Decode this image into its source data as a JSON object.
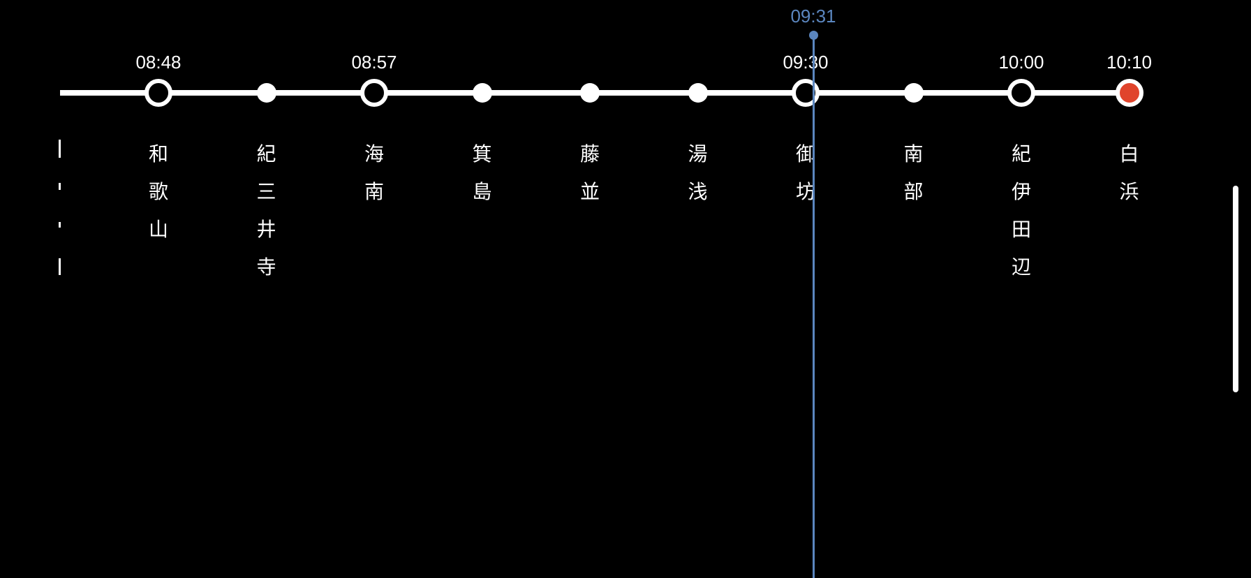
{
  "route": {
    "stops": [
      {
        "time": "08:48",
        "name": [
          "和",
          "歌",
          "山"
        ],
        "kind": "major"
      },
      {
        "time": "",
        "name": [
          "紀",
          "三",
          "井",
          "寺"
        ],
        "kind": "minor"
      },
      {
        "time": "08:57",
        "name": [
          "海",
          "南"
        ],
        "kind": "major"
      },
      {
        "time": "",
        "name": [
          "箕",
          "島"
        ],
        "kind": "minor"
      },
      {
        "time": "",
        "name": [
          "藤",
          "並"
        ],
        "kind": "minor"
      },
      {
        "time": "",
        "name": [
          "湯",
          "浅"
        ],
        "kind": "minor"
      },
      {
        "time": "09:30",
        "name": [
          "御",
          "坊"
        ],
        "kind": "major"
      },
      {
        "time": "",
        "name": [
          "南",
          "部"
        ],
        "kind": "minor"
      },
      {
        "time": "10:00",
        "name": [
          "紀",
          "伊",
          "田",
          "辺"
        ],
        "kind": "major"
      },
      {
        "time": "10:10",
        "name": [
          "白",
          "浜"
        ],
        "kind": "terminal"
      }
    ]
  },
  "now_indicator": {
    "time": "09:31",
    "color": "#5b86bf"
  },
  "colors": {
    "background": "#000000",
    "track": "#ffffff",
    "terminal_dot": "#e0442c"
  }
}
